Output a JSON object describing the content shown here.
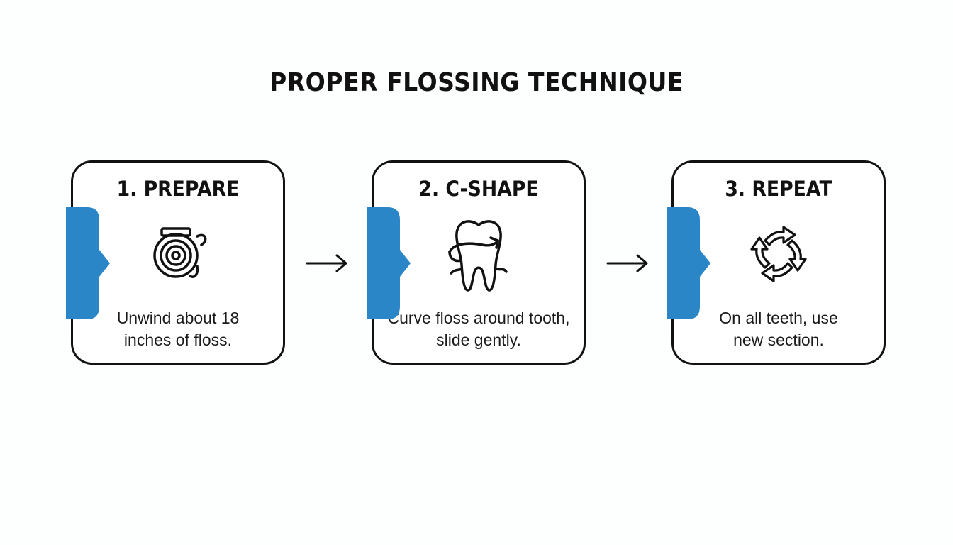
{
  "title": "PROPER FLOSSING TECHNIQUE",
  "accent_color": "#2b86c8",
  "steps": [
    {
      "heading": "1. PREPARE",
      "icon": "floss-spool-icon",
      "text_lines": [
        "Unwind about 18",
        "inches of floss."
      ]
    },
    {
      "heading": "2. C-SHAPE",
      "icon": "tooth-floss-icon",
      "text_lines": [
        "Curve floss around tooth,",
        "slide gently."
      ]
    },
    {
      "heading": "3. REPEAT",
      "icon": "cycle-arrows-icon",
      "text_lines": [
        "On all teeth, use",
        "new section."
      ]
    }
  ],
  "connectors": [
    "right-arrow-icon",
    "right-arrow-icon"
  ]
}
